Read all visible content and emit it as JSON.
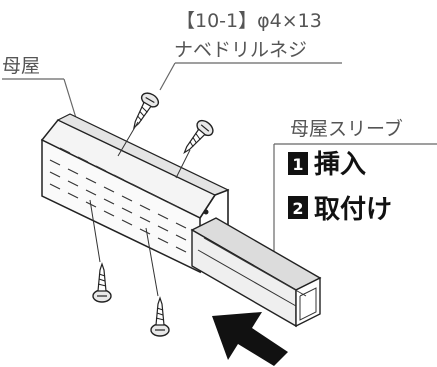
{
  "screw_label": {
    "spec": "【10-1】φ4×13",
    "name": "ナベドリルネジ"
  },
  "purlin_label": "母屋",
  "sleeve_label": "母屋スリーブ",
  "steps": [
    {
      "number": "1",
      "text": "挿入"
    },
    {
      "number": "2",
      "text": "取付け"
    }
  ],
  "colors": {
    "ink": "#222222",
    "label_gray": "#555555",
    "badge_black": "#111111"
  },
  "icons": [
    "screw-icon",
    "arrow-icon"
  ]
}
